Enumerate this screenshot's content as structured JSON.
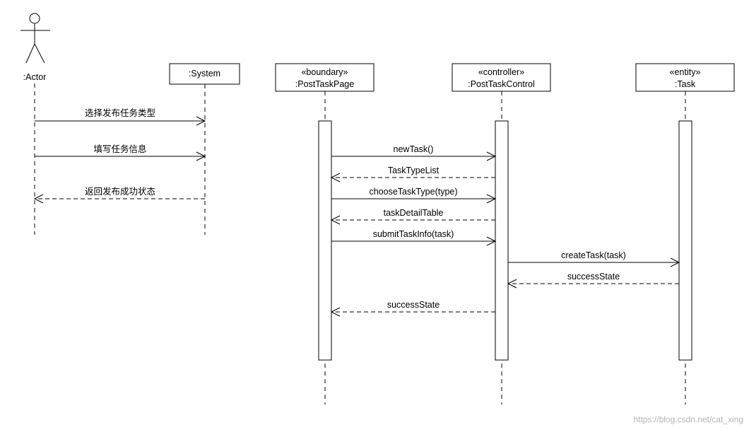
{
  "diagram": {
    "actor": {
      "label": ":Actor"
    },
    "participants": [
      {
        "id": "system",
        "stereotype": "",
        "name": ":System"
      },
      {
        "id": "page",
        "stereotype": "«boundary»",
        "name": ":PostTaskPage"
      },
      {
        "id": "control",
        "stereotype": "«controller»",
        "name": ":PostTaskControl"
      },
      {
        "id": "task",
        "stereotype": "«entity»",
        "name": ":Task"
      }
    ],
    "messages": [
      {
        "from": "actor",
        "to": "system",
        "kind": "sync",
        "label": "选择发布任务类型"
      },
      {
        "from": "actor",
        "to": "system",
        "kind": "sync",
        "label": "填写任务信息"
      },
      {
        "from": "system",
        "to": "actor",
        "kind": "return",
        "label": "返回发布成功状态"
      },
      {
        "from": "page",
        "to": "control",
        "kind": "sync",
        "label": "newTask()"
      },
      {
        "from": "control",
        "to": "page",
        "kind": "return",
        "label": "TaskTypeList"
      },
      {
        "from": "page",
        "to": "control",
        "kind": "sync",
        "label": "chooseTaskType(type)"
      },
      {
        "from": "control",
        "to": "page",
        "kind": "return",
        "label": "taskDetailTable"
      },
      {
        "from": "page",
        "to": "control",
        "kind": "sync",
        "label": "submitTaskInfo(task)"
      },
      {
        "from": "control",
        "to": "task",
        "kind": "sync",
        "label": "createTask(task)"
      },
      {
        "from": "task",
        "to": "control",
        "kind": "return",
        "label": "successState"
      },
      {
        "from": "control",
        "to": "page",
        "kind": "return",
        "label": "successState"
      }
    ]
  },
  "watermark": "https://blog.csdn.net/cat_xing"
}
